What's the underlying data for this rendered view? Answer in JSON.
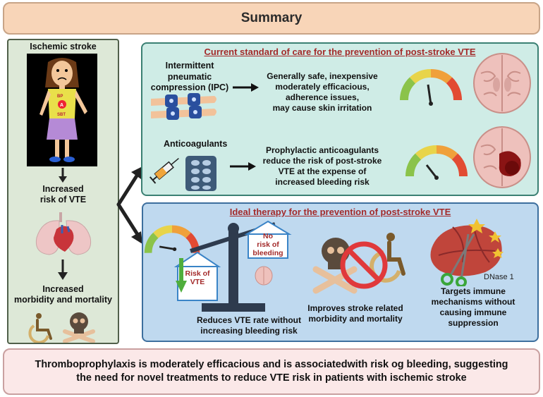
{
  "header": {
    "title": "Summary"
  },
  "left_panel": {
    "stroke_label": "Ischemic stroke",
    "shirt_text": "BP / A / SBT",
    "risk_label_line1": "Increased",
    "risk_label_line2": "risk of VTE",
    "outcome_line1": "Increased",
    "outcome_line2": "morbidity and mortality"
  },
  "current": {
    "title": "Current standard of care for the prevention of post-stroke VTE",
    "ipc": {
      "label_line1": "Intermittent",
      "label_line2": "pneumatic",
      "label_line3": "compression (IPC)",
      "desc_line1": "Generally safe, inexpensive",
      "desc_line2": "moderately efficacious,",
      "desc_line3": "adherence issues,",
      "desc_line4": "may cause skin irritation"
    },
    "anticoag": {
      "label": "Anticoagulants",
      "desc_line1": "Prophylactic anticoagulants",
      "desc_line2": "reduce the risk of post-stroke",
      "desc_line3": "VTE at the expense of",
      "desc_line4": "increased bleeding risk"
    }
  },
  "ideal": {
    "title": "Ideal therapy for the prevention of post-stroke VTE",
    "scale_left_line1": "Risk of",
    "scale_left_line2": "VTE",
    "scale_right_line1": "No",
    "scale_right_line2": "risk of",
    "scale_right_line3": "bleeding",
    "item1_line1": "Reduces VTE rate without",
    "item1_line2": "increasing bleeding risk",
    "item2_line1": "Improves stroke related",
    "item2_line2": "morbidity and mortality",
    "item3_line1": "Targets immune",
    "item3_line2": "mechanisms without",
    "item3_line3": "causing immune",
    "item3_line4": "suppression",
    "dnase_label": "DNase 1"
  },
  "footer": {
    "line1": "Thromboprophylaxis is moderately efficacious and is associatedwith risk og bleeding, suggesting",
    "line2": "the need for novel treatments to reduce VTE risk in patients with ischemic stroke"
  },
  "colors": {
    "header_bg": "#f8d5b8",
    "left_bg": "#dde8d7",
    "current_bg": "#cfece6",
    "ideal_bg": "#bfd9ef",
    "footer_bg": "#fbe8e8",
    "title_red": "#a32a2a"
  },
  "icons": [
    "person-icon",
    "lungs-heart-icon",
    "wheelchair-icon",
    "skull-crossbones-icon",
    "leg-compression-icon",
    "syringe-icon",
    "pill-pack-icon",
    "gauge-icon",
    "brain-icon",
    "scale-icon",
    "prohibited-icon",
    "clot-icon",
    "scissors-icon"
  ]
}
